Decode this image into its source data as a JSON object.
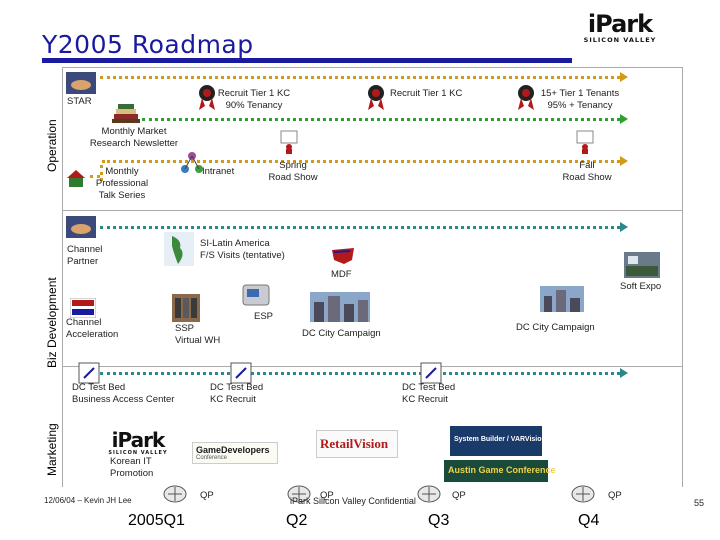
{
  "title": "Y2005 Roadmap",
  "logo": {
    "main": "iPark",
    "sub": "SILICON VALLEY"
  },
  "sections": {
    "operation": "Operation",
    "biz_development": "Biz Development",
    "marketing": "Marketing"
  },
  "operation": {
    "star": "STAR",
    "recruit1": [
      "Recruit Tier 1 KC",
      "90% Tenancy"
    ],
    "recruit2": "Recruit Tier 1 KC",
    "tenants": [
      "15+ Tier 1 Tenants",
      "95% + Tenancy"
    ],
    "newsletter": [
      "Monthly Market",
      "Research Newsletter"
    ],
    "talk_series": [
      "Monthly",
      "Professional",
      "Talk Series"
    ],
    "intranet": "Intranet",
    "spring_show": [
      "Spring",
      "Road Show"
    ],
    "fall_show": [
      "Fall",
      "Road Show"
    ]
  },
  "biz": {
    "channel_partner": [
      "Channel",
      "Partner"
    ],
    "si_latin": [
      "SI-Latin America",
      "F/S Visits (tentative)"
    ],
    "mdf": "MDF",
    "soft_expo": "Soft Expo",
    "channel_accel": [
      "Channel",
      "Acceleration"
    ],
    "ssp": [
      "SSP",
      "Virtual WH"
    ],
    "esp": "ESP",
    "dc_city1": "DC City Campaign",
    "dc_city2": "DC City Campaign",
    "dc_test1": [
      "DC Test Bed",
      "Business Access Center"
    ],
    "dc_test2": [
      "DC Test Bed",
      "KC Recruit"
    ],
    "dc_test3": [
      "DC Test Bed",
      "KC Recruit"
    ]
  },
  "marketing": {
    "korean_it": [
      "Korean IT",
      "Promotion"
    ],
    "game_dev": [
      "GameDevelopers",
      "Conference"
    ],
    "retail_vision": "RetailVision",
    "system_builder": "System Builder / VARVision",
    "austin_game": "Austin Game Conference",
    "qp": [
      "QP",
      "QP",
      "QP",
      "QP"
    ]
  },
  "footer": {
    "date_author": "12/06/04 – Kevin JH Lee",
    "confidential": "iPark Silicon Valley Confidential",
    "quarters": [
      "2005Q1",
      "Q2",
      "Q3",
      "Q4"
    ],
    "page": "55"
  }
}
